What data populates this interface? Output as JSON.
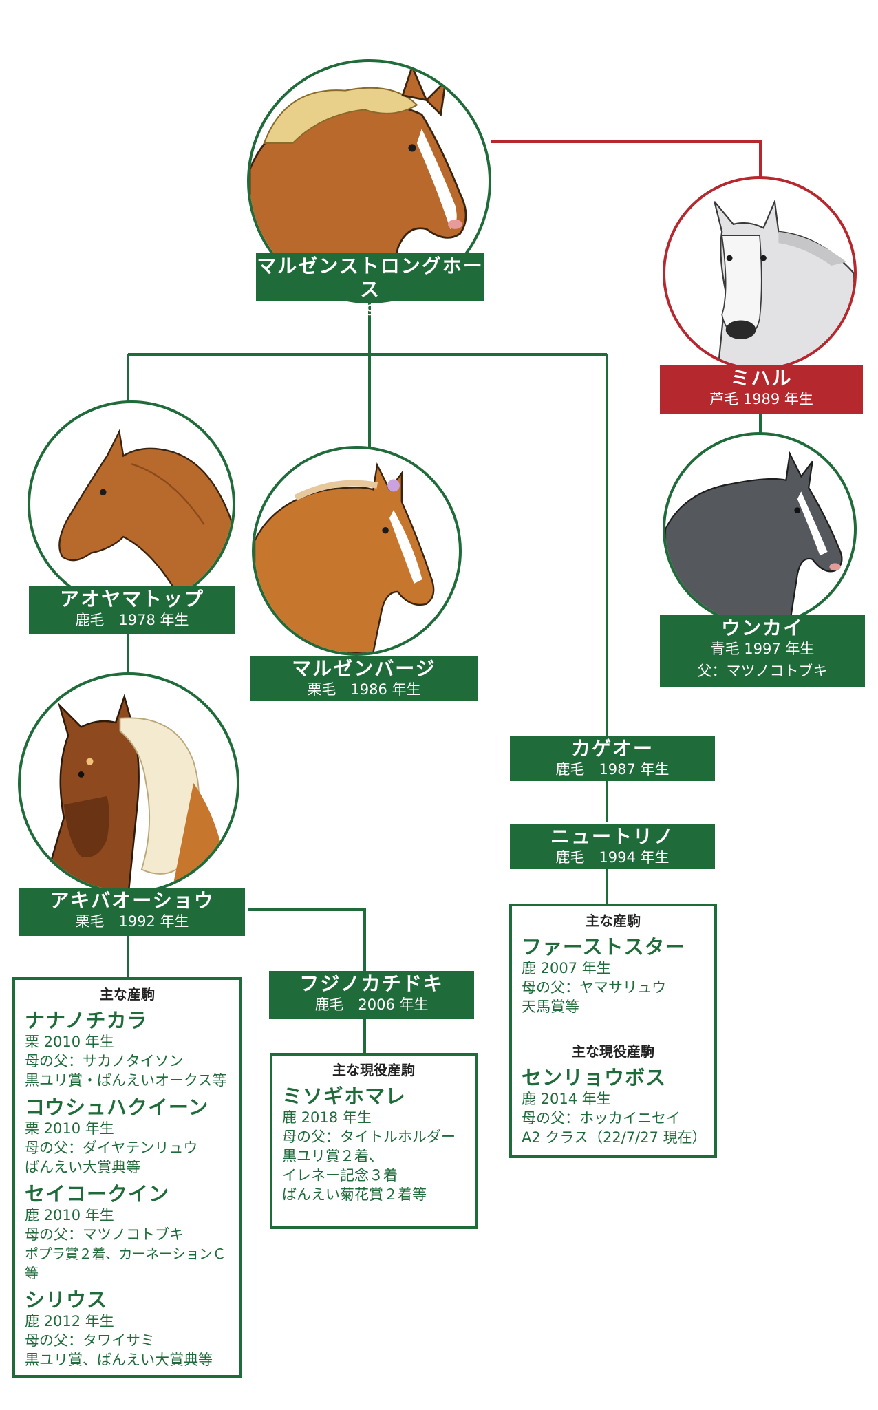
{
  "colors": {
    "green": "#1f6b3a",
    "red": "#b5282e"
  },
  "horses": {
    "marzen_strong_horse": {
      "name": "マルゼンストロングホース",
      "info": "鹿毛　1971 年生"
    },
    "miharu": {
      "name": "ミハル",
      "info": "芦毛 1989 年生"
    },
    "unkai": {
      "name": "ウンカイ",
      "info": "青毛 1997 年生",
      "sire": "父：マツノコトブキ"
    },
    "aoyama_top": {
      "name": "アオヤマトップ",
      "info": "鹿毛　1978 年生"
    },
    "marzen_barge": {
      "name": "マルゼンバージ",
      "info": "栗毛　1986 年生"
    },
    "akiba_oshou": {
      "name": "アキバオーショウ",
      "info": "栗毛　1992 年生"
    },
    "kageo": {
      "name": "カゲオー",
      "info": "鹿毛　1987 年生"
    },
    "neutrino": {
      "name": "ニュートリノ",
      "info": "鹿毛　1994 年生"
    },
    "fujino_kachidoki": {
      "name": "フジノカチドキ",
      "info": "鹿毛　2006 年生"
    }
  },
  "box_akiba": {
    "heading": "主な産駒",
    "entries": [
      {
        "name": "ナナノチカラ",
        "lines": [
          "栗 2010 年生",
          "母の父：サカノタイソン",
          "黒ユリ賞・ばんえいオークス等"
        ]
      },
      {
        "name": "コウシュハクイーン",
        "lines": [
          "栗 2010 年生",
          "母の父：ダイヤテンリュウ",
          "ばんえい大賞典等"
        ]
      },
      {
        "name": "セイコークイン",
        "lines": [
          "鹿 2010 年生",
          "母の父：マツノコトブキ",
          "ポプラ賞２着、カーネーションＣ等"
        ]
      },
      {
        "name": "シリウス",
        "lines": [
          "鹿 2012 年生",
          "母の父：タワイサミ",
          "黒ユリ賞、ばんえい大賞典等"
        ]
      }
    ]
  },
  "box_fujino": {
    "heading": "主な現役産駒",
    "entries": [
      {
        "name": "ミソギホマレ",
        "lines": [
          "鹿 2018 年生",
          "母の父：タイトルホルダー",
          "黒ユリ賞２着、",
          "イレネー記念３着",
          "ばんえい菊花賞２着等"
        ]
      }
    ]
  },
  "box_neutrino": {
    "heading": "主な産駒",
    "entries": [
      {
        "name": "ファーストスター",
        "lines": [
          "鹿 2007 年生",
          "母の父：ヤマサリュウ",
          "天馬賞等"
        ]
      }
    ],
    "heading2": "主な現役産駒",
    "entries2": [
      {
        "name": "センリョウボス",
        "lines": [
          "鹿 2014 年生",
          "母の父：ホッカイニセイ",
          "A2 クラス（22/7/27 現在）"
        ]
      }
    ]
  }
}
